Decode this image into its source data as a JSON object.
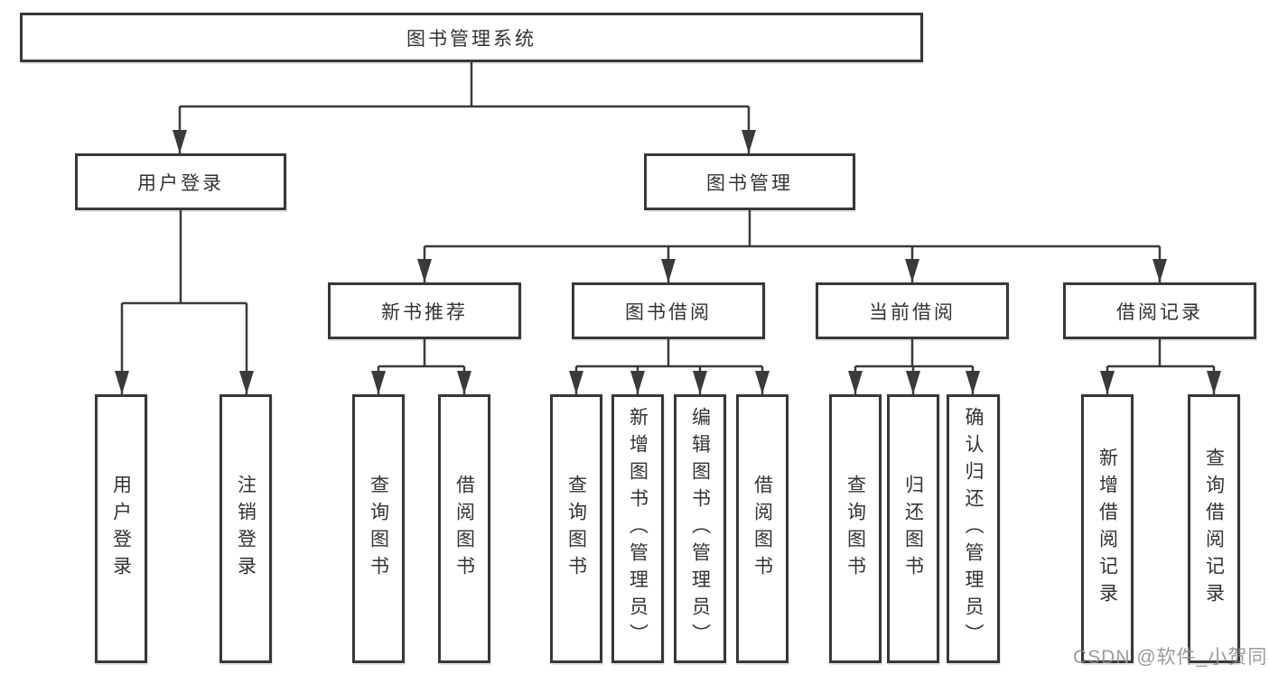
{
  "tree": {
    "label": "图书管理系统",
    "children": [
      {
        "label": "用户登录",
        "children": [
          {
            "label": "用户登录"
          },
          {
            "label": "注销登录"
          }
        ]
      },
      {
        "label": "图书管理",
        "children": [
          {
            "label": "新书推荐",
            "children": [
              {
                "label": "查询图书"
              },
              {
                "label": "借阅图书"
              }
            ]
          },
          {
            "label": "图书借阅",
            "children": [
              {
                "label": "查询图书"
              },
              {
                "label": "新增图书（管理员）"
              },
              {
                "label": "编辑图书（管理员）"
              },
              {
                "label": "借阅图书"
              }
            ]
          },
          {
            "label": "当前借阅",
            "children": [
              {
                "label": "查询图书"
              },
              {
                "label": "归还图书"
              },
              {
                "label": "确认归还（管理员）"
              }
            ]
          },
          {
            "label": "借阅记录",
            "children": [
              {
                "label": "新增借阅记录"
              },
              {
                "label": "查询借阅记录"
              }
            ]
          }
        ]
      }
    ]
  },
  "watermark": {
    "text": "CSDN @软件_小贺同学"
  },
  "colors": {
    "line": "#3a3a3a",
    "box_border": "#383838",
    "text": "#333333",
    "box_background": "#ffffff",
    "watermark": "#8c8c8c"
  }
}
